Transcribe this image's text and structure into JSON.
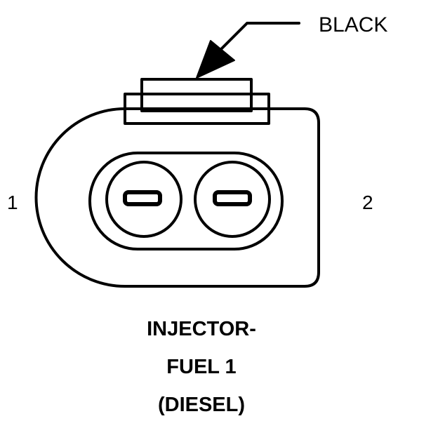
{
  "connector": {
    "color_callout": "BLACK",
    "pin_left": "1",
    "pin_right": "2"
  },
  "caption": {
    "line1": "INJECTOR-",
    "line2": "FUEL 1",
    "line3": "(DIESEL)"
  }
}
